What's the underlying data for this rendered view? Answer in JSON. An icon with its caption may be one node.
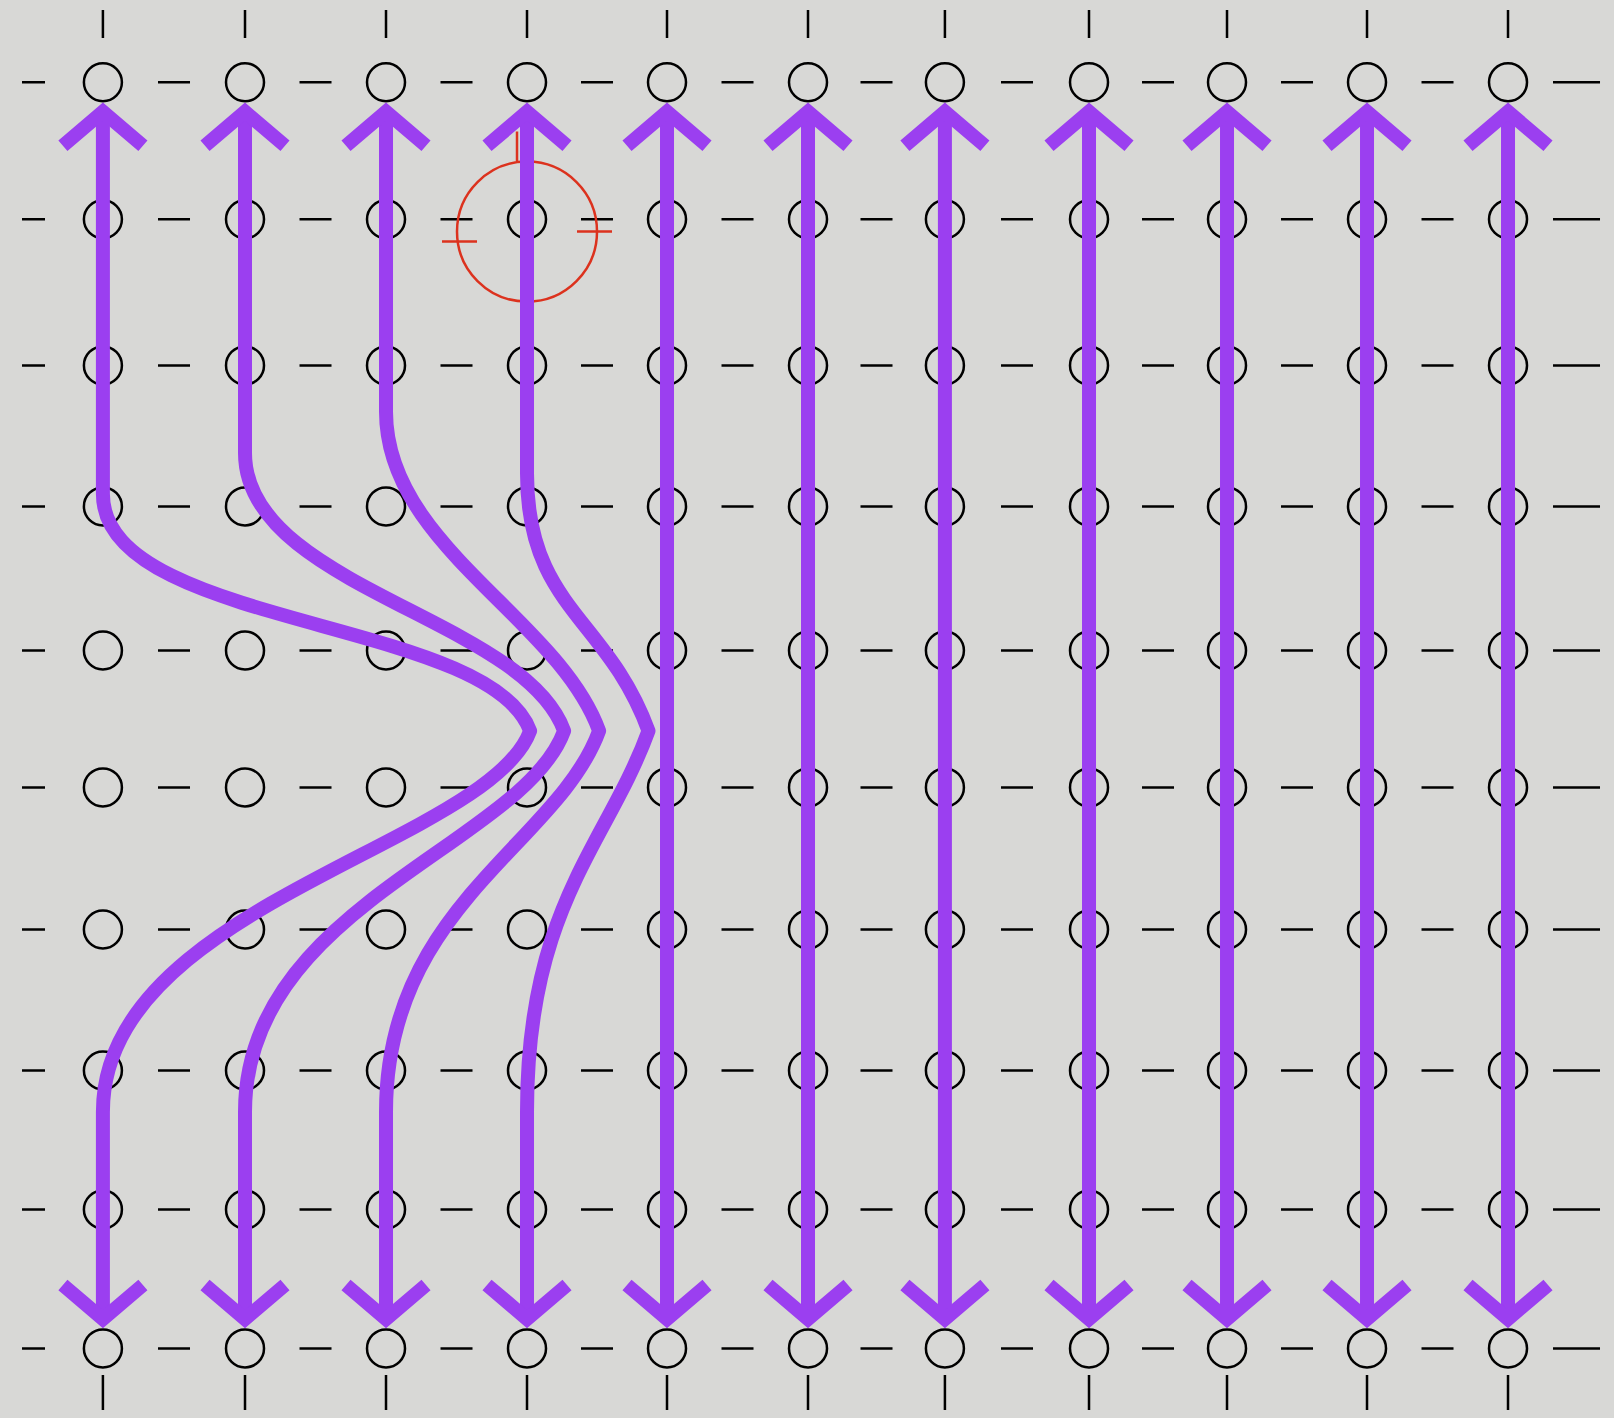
{
  "diagram": {
    "nodes": [
      {
        "text": [],
        "shape": "circle"
      },
      {
        "text": [],
        "shape": "circle"
      },
      {
        "text": [],
        "shape": "circle"
      },
      {
        "text": [],
        "shape": "circle"
      },
      {
        "text": [],
        "shape": "circle"
      },
      {
        "text": [],
        "shape": "circle"
      },
      {
        "text": [],
        "shape": "circle"
      },
      {
        "text": [],
        "shape": "circle"
      },
      {
        "text": [],
        "shape": "circle"
      },
      {
        "text": [],
        "shape": "circle"
      },
      {
        "text": [],
        "shape": "circle"
      },
      {
        "text": [],
        "shape": "circle"
      },
      {
        "text": [],
        "shape": "circle"
      },
      {
        "text": [],
        "shape": "circle"
      },
      {
        "text": [],
        "shape": "circle"
      },
      {
        "text": [],
        "shape": "circle"
      },
      {
        "text": [],
        "shape": "circle"
      },
      {
        "text": [],
        "shape": "circle"
      },
      {
        "text": [],
        "shape": "circle"
      },
      {
        "text": [],
        "shape": "circle"
      },
      {
        "text": [],
        "shape": "circle"
      },
      {
        "text": [],
        "shape": "circle"
      }
    ],
    "edges": [
      {
        "from": 0,
        "to": 11,
        "arrow": "both"
      },
      {
        "from": 1,
        "to": 12,
        "arrow": "both"
      },
      {
        "from": 2,
        "to": 13,
        "arrow": "both"
      },
      {
        "from": 3,
        "to": 14,
        "arrow": "both"
      },
      {
        "from": 4,
        "to": 15,
        "arrow": "both"
      },
      {
        "from": 5,
        "to": 16,
        "arrow": "both"
      },
      {
        "from": 6,
        "to": 17,
        "arrow": "both"
      },
      {
        "from": 7,
        "to": 18,
        "arrow": "both"
      },
      {
        "from": 8,
        "to": 19,
        "arrow": "both"
      },
      {
        "from": 9,
        "to": 20,
        "arrow": "both"
      },
      {
        "from": 10,
        "to": 21,
        "arrow": "both"
      }
    ]
  }
}
